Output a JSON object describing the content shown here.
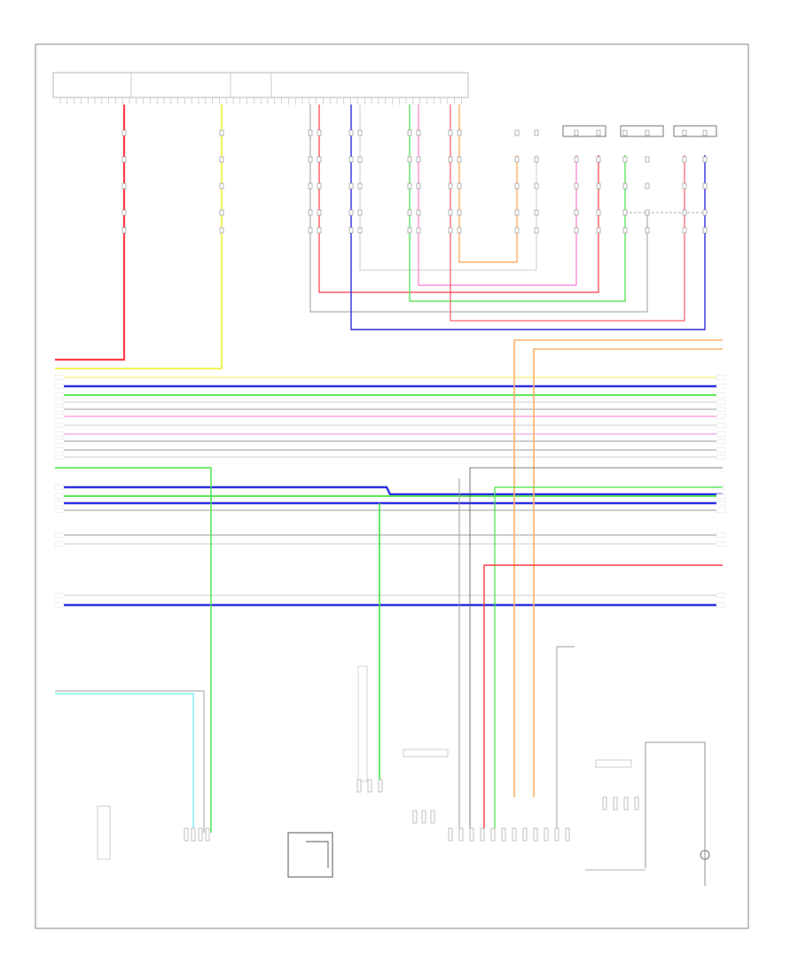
{
  "diagram": {
    "top_connector_label": "",
    "bottom_left_caption": "",
    "bottom_center_caption": "",
    "bottom_right_caption": "",
    "figure_number": ""
  },
  "colors": {
    "frame": "#9a9a9a",
    "red": "#ff3b47",
    "yellow": "#f4f25a",
    "blue": "#2d2de0",
    "green": "#44e444",
    "pink": "#ff7ad0",
    "orange": "#ffb066",
    "gray": "#9c9c9c",
    "light_gray": "#cccccc",
    "cyan": "#7ff0ee",
    "magenta": "#e88be8",
    "dark": "#555555"
  },
  "bus_wires": [
    {
      "color": "yellow"
    },
    {
      "color": "blue"
    },
    {
      "color": "green"
    },
    {
      "color": "light_gray"
    },
    {
      "color": "gray"
    },
    {
      "color": "pink"
    },
    {
      "color": "light_gray"
    },
    {
      "color": "magenta"
    },
    {
      "color": "gray"
    },
    {
      "color": "gray"
    },
    {
      "color": "light_gray"
    },
    {
      "color": "blue"
    },
    {
      "color": "green"
    },
    {
      "color": "blue"
    },
    {
      "color": "gray"
    },
    {
      "color": "gray"
    },
    {
      "color": "light_gray"
    },
    {
      "color": "light_gray"
    },
    {
      "color": "blue"
    }
  ]
}
